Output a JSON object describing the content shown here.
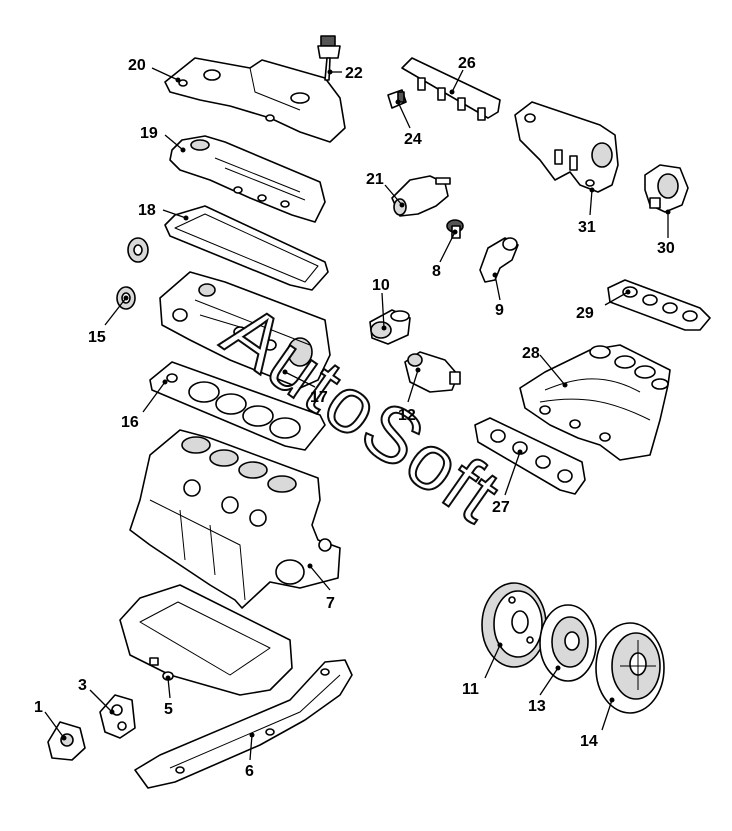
{
  "labels": {
    "p1": "1",
    "p3": "3",
    "p5": "5",
    "p6": "6",
    "p7": "7",
    "p8": "8",
    "p9": "9",
    "p10": "10",
    "p11": "11",
    "p12": "12",
    "p13": "13",
    "p14": "14",
    "p15": "15",
    "p16": "16",
    "p17": "17",
    "p18": "18",
    "p19": "19",
    "p20": "20",
    "p21": "21",
    "p22": "22",
    "p24": "24",
    "p26": "26",
    "p27": "27",
    "p28": "28",
    "p29": "29",
    "p30": "30",
    "p31": "31"
  },
  "watermark": "AutoSoft"
}
